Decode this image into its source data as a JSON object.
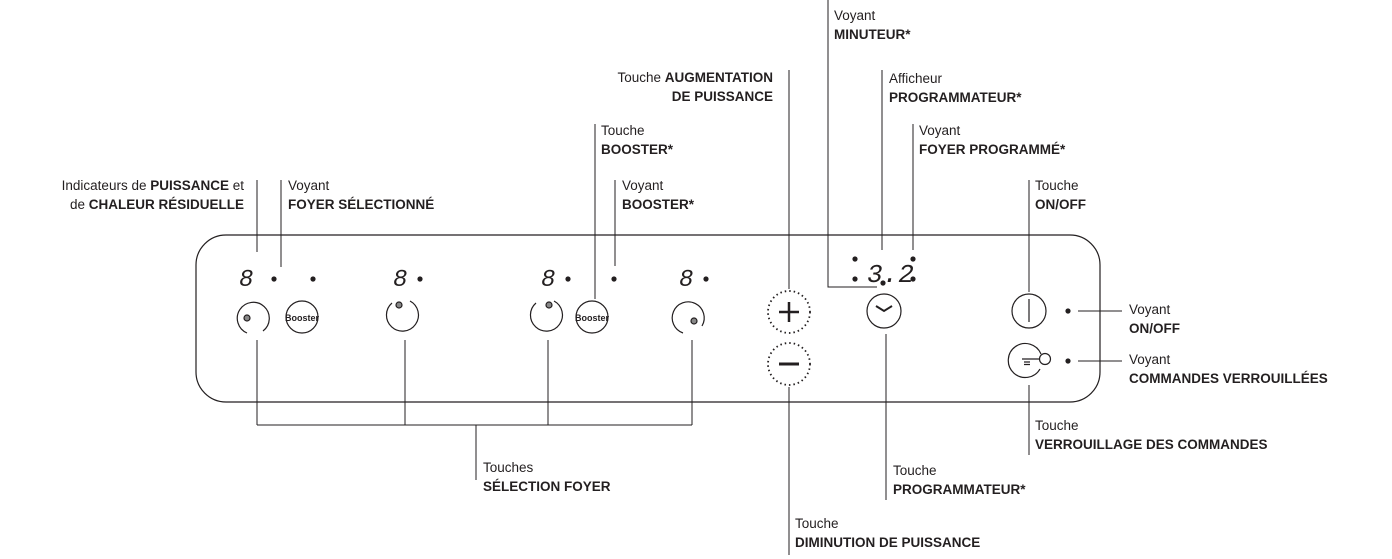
{
  "labels": {
    "indicateurs": {
      "l1a": "Indicateurs de ",
      "l1b": "PUISSANCE",
      "l1c": " et",
      "l2a": "de ",
      "l2b": "CHALEUR RÉSIDUELLE"
    },
    "foyer_selectionne": {
      "l1": "Voyant",
      "l2": "FOYER SÉLECTIONNÉ"
    },
    "touche_booster": {
      "l1": "Touche",
      "l2": "BOOSTER*"
    },
    "voyant_booster": {
      "l1": "Voyant",
      "l2": "BOOSTER*"
    },
    "augmentation": {
      "l1a": "Touche ",
      "l1b": "AUGMENTATION",
      "l2": "DE PUISSANCE"
    },
    "minuteur": {
      "l1": "Voyant",
      "l2": "MINUTEUR*"
    },
    "afficheur": {
      "l1": "Afficheur",
      "l2": "PROGRAMMATEUR*"
    },
    "foyer_programme": {
      "l1": "Voyant",
      "l2": "FOYER PROGRAMMÉ*"
    },
    "touche_onoff": {
      "l1": "Touche",
      "l2": "ON/OFF"
    },
    "voyant_onoff": {
      "l1": "Voyant",
      "l2": "ON/OFF"
    },
    "verrouillees": {
      "l1": "Voyant",
      "l2": "COMMANDES VERROUILLÉES"
    },
    "verrouillage": {
      "l1": "Touche",
      "l2": "VERROUILLAGE DES COMMANDES"
    },
    "selection": {
      "l1": "Touches",
      "l2": "SÉLECTION FOYER"
    },
    "programmateur": {
      "l1": "Touche",
      "l2": "PROGRAMMATEUR*"
    },
    "diminution": {
      "l1": "Touche",
      "l2": "DIMINUTION DE PUISSANCE"
    }
  },
  "panel": {
    "zone_display": "8",
    "timer_display": "3.2",
    "booster_key": "Booster",
    "icons": [
      "power-icon",
      "lock-key-icon",
      "clock-icon",
      "plus-icon",
      "minus-icon",
      "booster-icon"
    ]
  },
  "colors": {
    "ink": "#231f20",
    "led": "#888888"
  }
}
